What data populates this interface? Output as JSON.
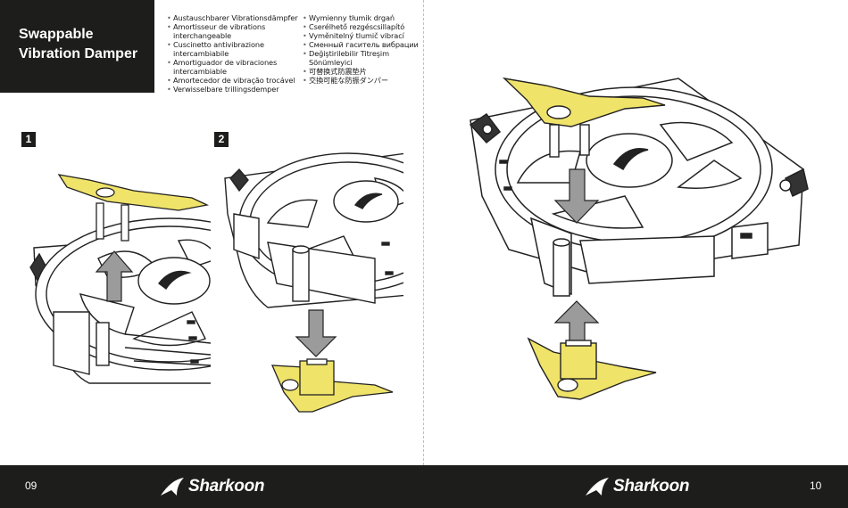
{
  "title": [
    "Swappable",
    "Vibration Damper"
  ],
  "languages_left": [
    {
      "text": "Austauschbarer Vibrationsdämpfer",
      "bullet": true
    },
    {
      "text": "Amortisseur de vibrations",
      "bullet": true
    },
    {
      "text": "interchangeable",
      "bullet": false
    },
    {
      "text": "Cuscinetto antivibrazione",
      "bullet": true
    },
    {
      "text": "intercambiabile",
      "bullet": false
    },
    {
      "text": "Amortiguador de vibraciones",
      "bullet": true
    },
    {
      "text": "intercambiable",
      "bullet": false
    },
    {
      "text": "Amortecedor de vibração trocável",
      "bullet": true
    },
    {
      "text": "Verwisselbare trillingsdemper",
      "bullet": true
    }
  ],
  "languages_right": [
    {
      "text": "Wymienny tłumik drgań",
      "bullet": true
    },
    {
      "text": "Cserélhető rezgéscsillapító",
      "bullet": true
    },
    {
      "text": "Vyměnitelný tlumič vibrací",
      "bullet": true
    },
    {
      "text": "Сменный гаситель вибрации",
      "bullet": true
    },
    {
      "text": "Değiştirilebilir Titreşim",
      "bullet": true
    },
    {
      "text": "Sönümleyici",
      "bullet": false
    },
    {
      "text": "可替换式防震垫片",
      "bullet": true
    },
    {
      "text": "交換可能な防振ダンパー",
      "bullet": true
    }
  ],
  "bullet_char": "•",
  "steps": [
    "1",
    "2"
  ],
  "footer": {
    "page_left": "09",
    "page_right": "10",
    "brand": "Sharkoon"
  },
  "colors": {
    "damper_yellow": "#efe36a",
    "dark": "#1d1d1b",
    "arrow_gray": "#9b9b9b",
    "line": "#222222"
  }
}
